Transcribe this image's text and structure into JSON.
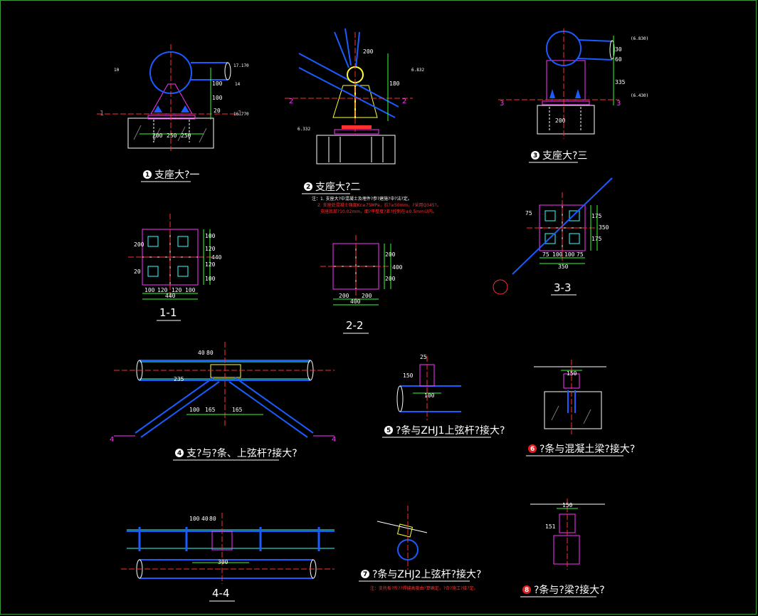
{
  "drawing": {
    "details": [
      {
        "num": "1",
        "title": "支座大?一"
      },
      {
        "num": "2",
        "title": "支座大?二"
      },
      {
        "num": "3",
        "title": "支座大?三"
      },
      {
        "num": "4",
        "title": "支?与?条、上弦杆?接大?"
      },
      {
        "num": "5",
        "title": "?条与ZHJ1上弦杆?接大?"
      },
      {
        "num": "6",
        "title": "?条与混凝土梁?接大?"
      },
      {
        "num": "7",
        "title": "?条与ZHJ2上弦杆?接大?"
      },
      {
        "num": "8",
        "title": "?条与?梁?接大?"
      }
    ],
    "sections": {
      "s11": "1-1",
      "s22": "2-2",
      "s33": "3-3",
      "s44": "4-4"
    },
    "cut_marks": {
      "m1": "1",
      "m2": "2",
      "m3": "3",
      "m4": "4"
    },
    "dims_1": {
      "d200": "200",
      "d250a": "250",
      "d250b": "250",
      "d100a": "100",
      "d100b": "100",
      "d20": "20",
      "e1": "17.170",
      "e2": "16.770",
      "p14": "14",
      "p10": "10"
    },
    "dims_2": {
      "d200": "200",
      "d180": "180",
      "e1": "6.832",
      "e2": "6.332"
    },
    "dims_3": {
      "d30": "30",
      "d60": "60",
      "d335": "335",
      "d200": "200",
      "e1": "(6.830)",
      "e2": "(6.430)"
    },
    "dims_11": {
      "c1": "100",
      "c2": "120",
      "c3": "120",
      "c4": "100",
      "total": "440",
      "v1": "100",
      "v2": "120",
      "v3": "120",
      "v4": "100",
      "vtot": "440",
      "l200": "200",
      "l20": "20"
    },
    "dims_22": {
      "c1": "200",
      "c2": "200",
      "total": "400",
      "v1": "200",
      "v2": "200",
      "vtot": "400"
    },
    "dims_33": {
      "c1": "75",
      "c2": "100",
      "c3": "100",
      "c4": "75",
      "total": "350",
      "v1": "175",
      "v2": "175",
      "vtot": "350",
      "l75": "75"
    },
    "dims_4": {
      "d100": "100",
      "d165a": "165",
      "d165b": "165",
      "d40": "40",
      "d80": "80",
      "d235": "235"
    },
    "dims_44": {
      "d100": "100",
      "d40": "40",
      "d80": "80",
      "d300": "300"
    },
    "dims_5": {
      "d25": "25",
      "d100": "100",
      "d150": "150"
    },
    "dims_6": {
      "d150": "150"
    },
    "dims_8": {
      "d150": "150",
      "d151": "151"
    },
    "notes": {
      "note2_line1": "注：1. 支座大?中混凝土及埋件?参?建施?中?法?定。",
      "note2_line2": "2. 支座处混凝土强度Kc≥75MPa，抗?≥50mm，?采用Q345?。",
      "note2_line3": "支座底部?10.02mm，面?平整度?差?控制在±0.5mm以内。",
      "note7": "注：支托板?所??焊缝高度由?算确定，?合?施工?接?定。"
    },
    "colors": {
      "pipe": "#1a5cff",
      "plate": "#ff33ff",
      "dim": "#33ff33",
      "rib": "#ffff33",
      "axis": "#ff3030",
      "chord": "#33ffff",
      "text": "#ffffff",
      "background": "#000000"
    }
  }
}
